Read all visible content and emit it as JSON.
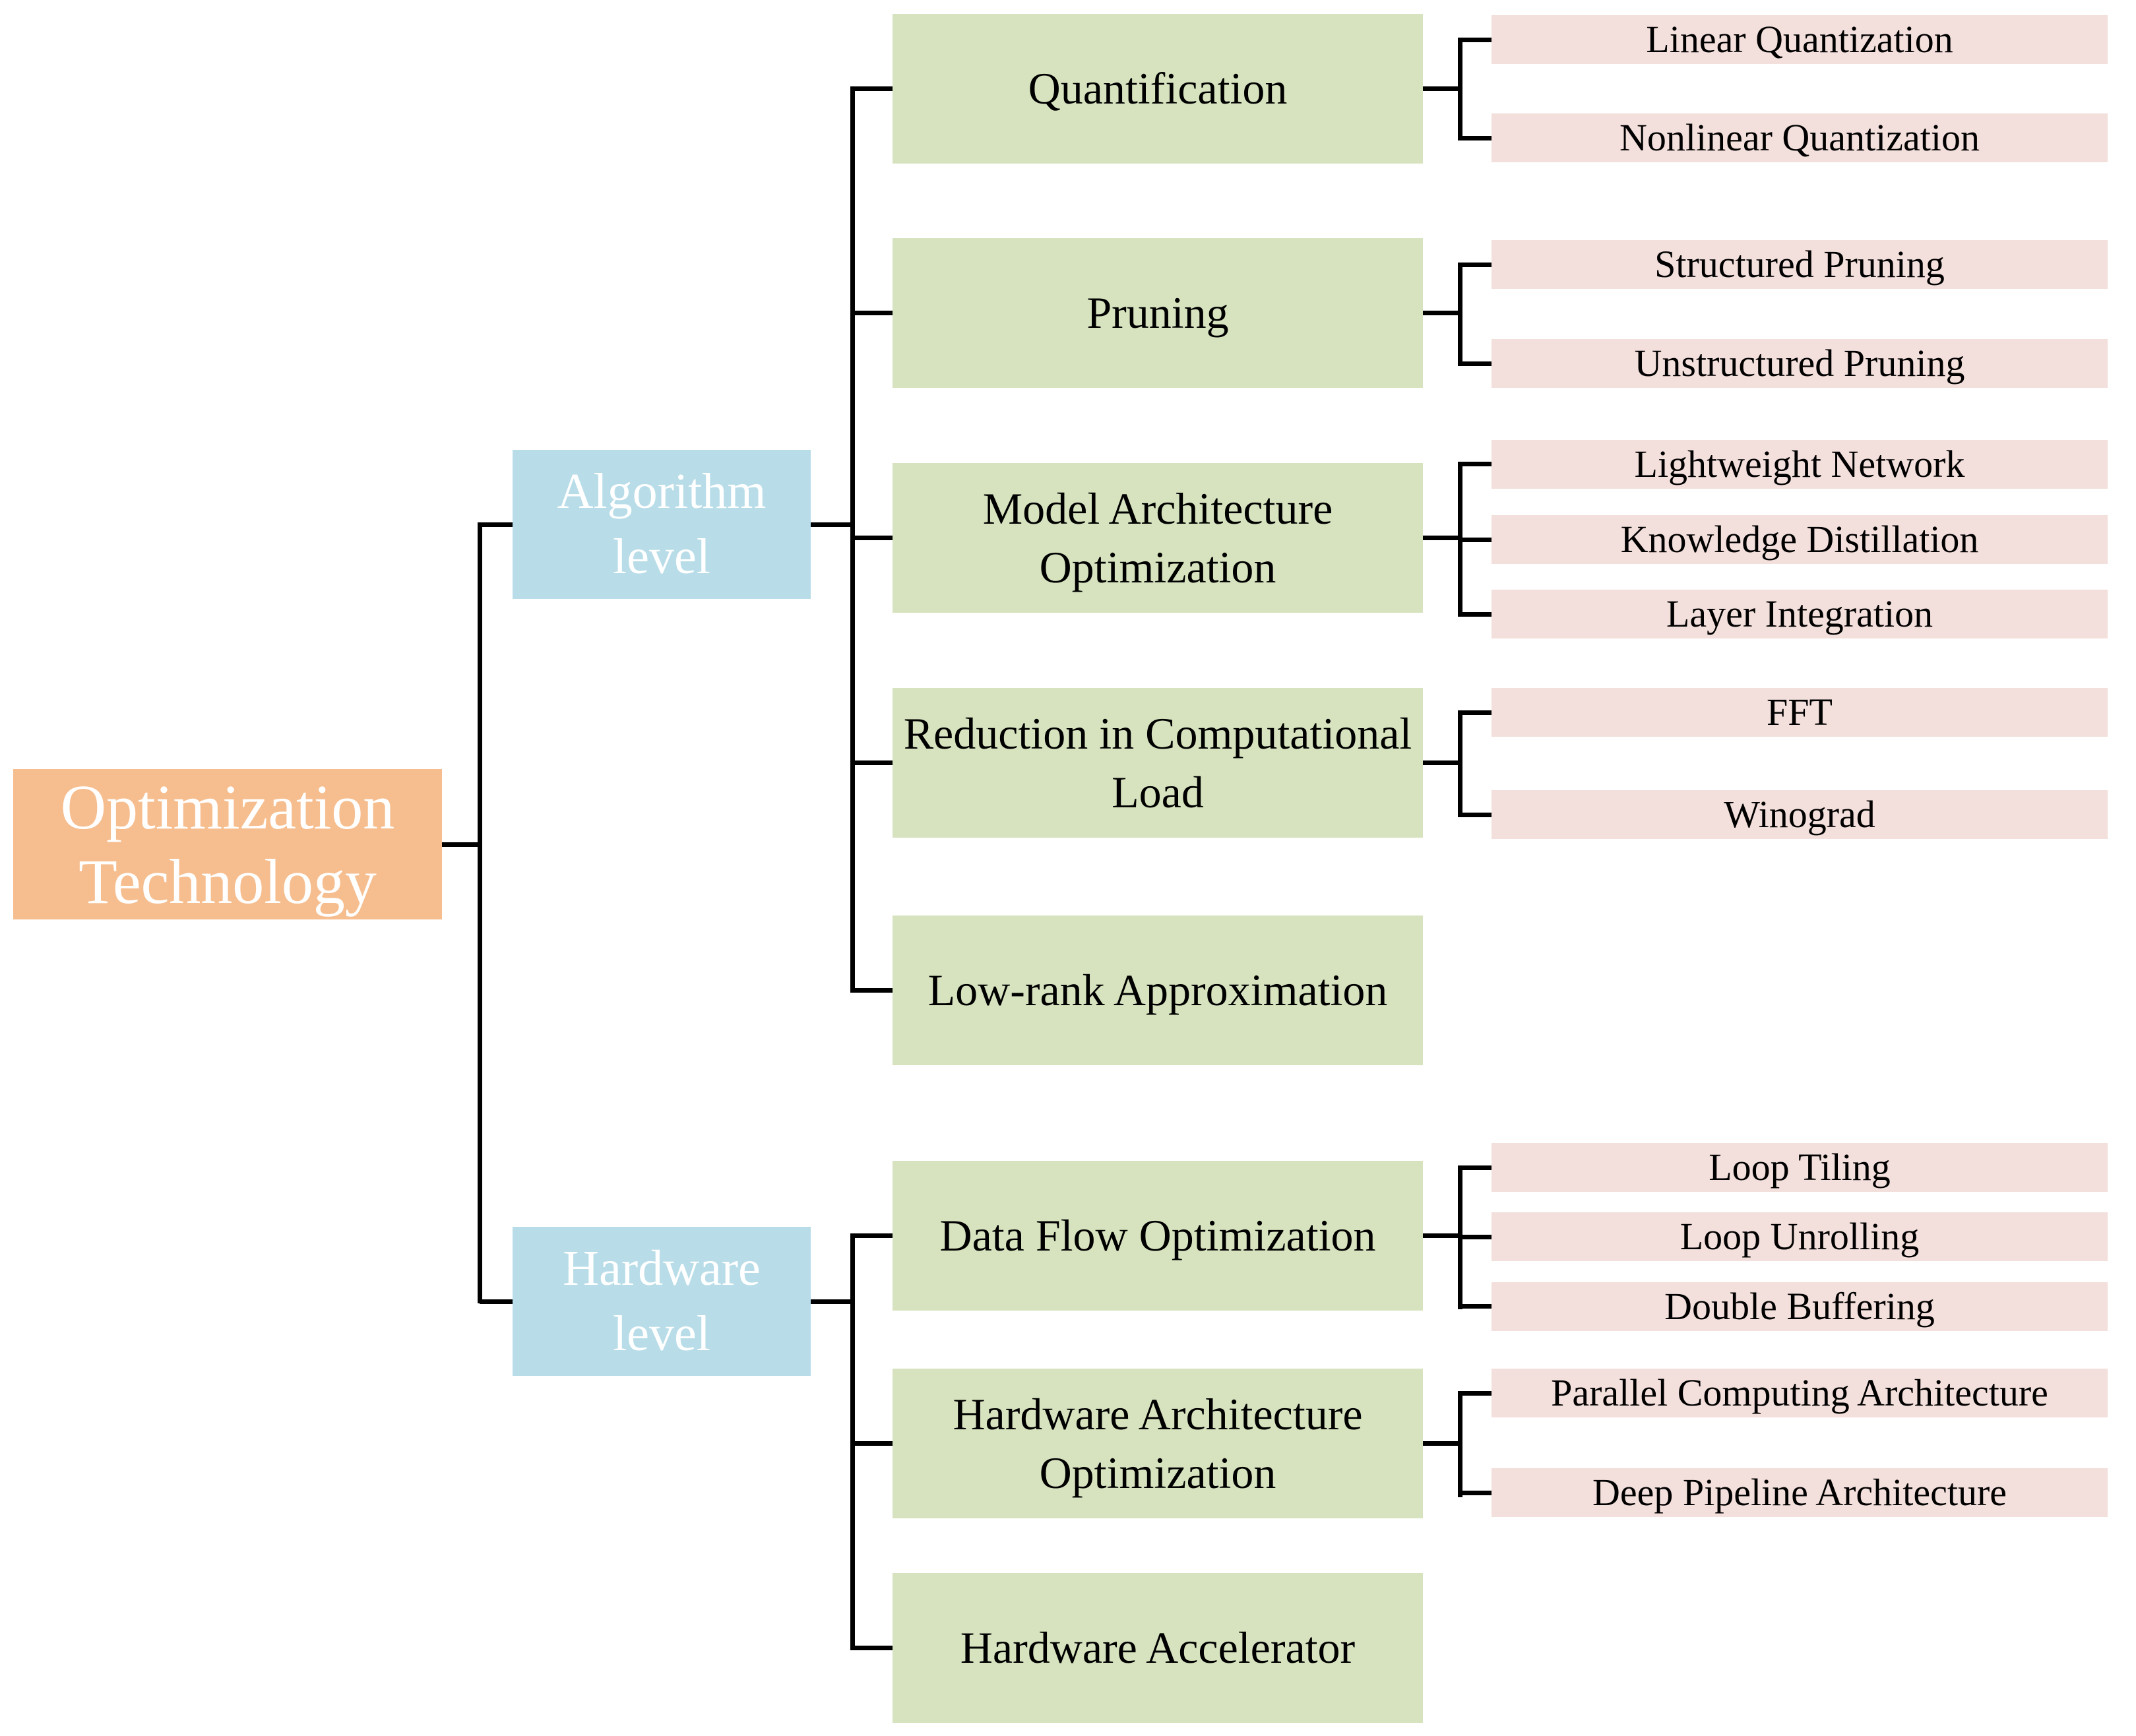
{
  "tree": {
    "root": {
      "label": "Optimization Technology"
    },
    "levels": [
      {
        "label": "Algorithm level",
        "branches": [
          {
            "label": "Quantification",
            "children": [
              "Linear Quantization",
              "Nonlinear Quantization"
            ]
          },
          {
            "label": "Pruning",
            "children": [
              "Structured Pruning",
              "Unstructured Pruning"
            ]
          },
          {
            "label": "Model Architecture Optimization",
            "children": [
              "Lightweight Network",
              "Knowledge Distillation",
              "Layer Integration"
            ]
          },
          {
            "label": "Reduction in Computational Load",
            "children": [
              "FFT",
              "Winograd"
            ]
          },
          {
            "label": "Low-rank Approximation",
            "children": []
          }
        ]
      },
      {
        "label": "Hardware level",
        "branches": [
          {
            "label": "Data Flow Optimization",
            "children": [
              "Loop Tiling",
              "Loop Unrolling",
              "Double Buffering"
            ]
          },
          {
            "label": "Hardware Architecture Optimization",
            "children": [
              "Parallel Computing Architecture",
              "Deep Pipeline Architecture"
            ]
          },
          {
            "label": "Hardware Accelerator",
            "children": []
          }
        ]
      }
    ]
  },
  "colors": {
    "root_fill": "#F6BE8F",
    "level_fill": "#B8DDE8",
    "branch_fill": "#D6E3BE",
    "leaf_fill": "#F3DFDB",
    "line_color": "#000000",
    "light_text": "#FFFFFF",
    "dark_text": "#000000"
  }
}
